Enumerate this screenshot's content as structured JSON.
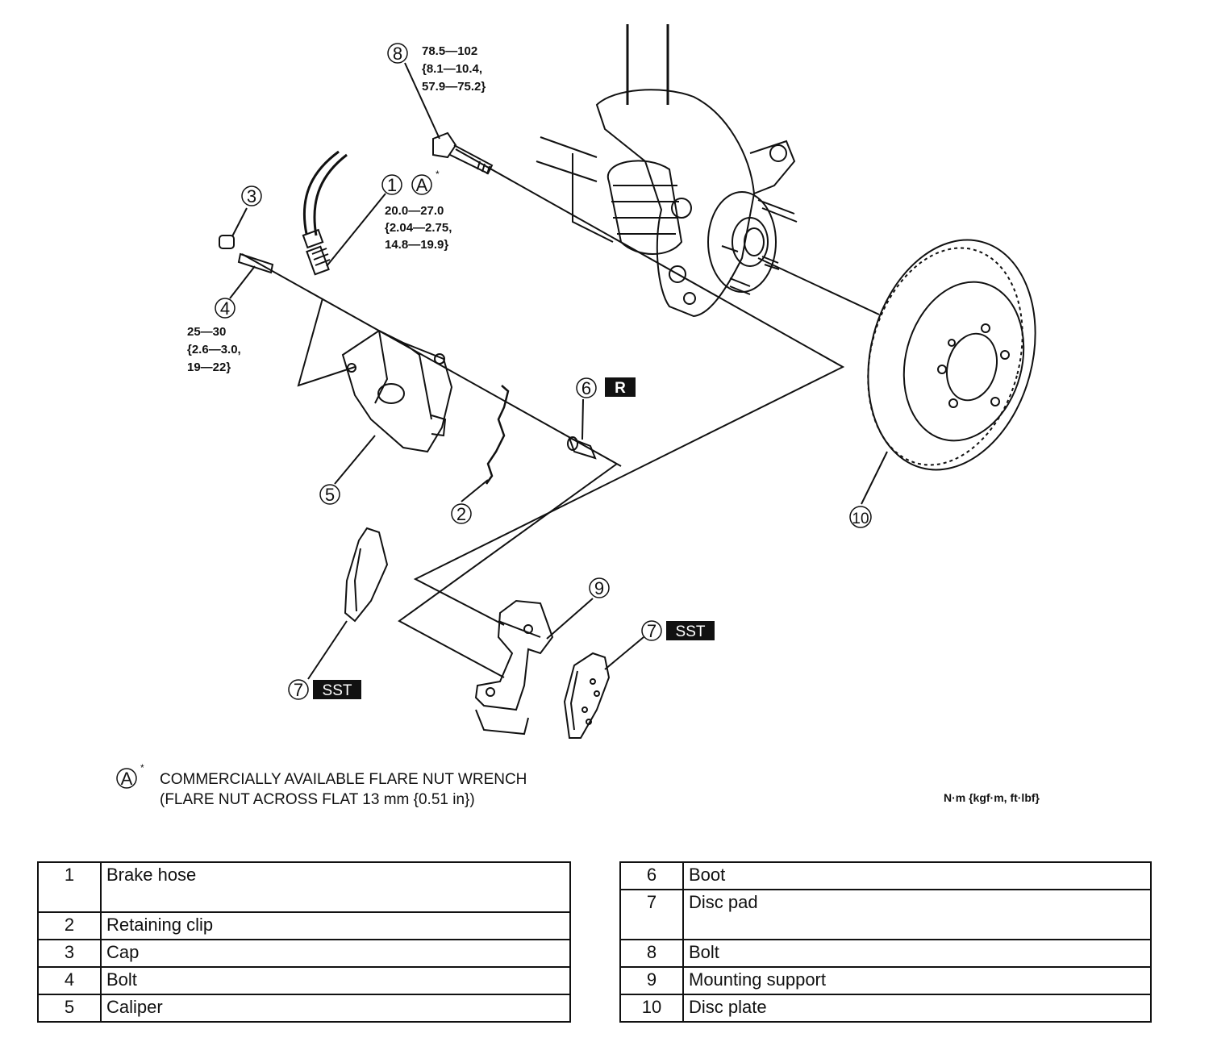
{
  "callouts": {
    "c1": "1",
    "c2": "2",
    "c3": "3",
    "c4": "4",
    "c5": "5",
    "c6": "6",
    "c7a": "7",
    "c7b": "7",
    "c8": "8",
    "c9": "9",
    "c10": "10",
    "a_mark": "A",
    "a_star": "*"
  },
  "badges": {
    "r": "R",
    "sst_a": "SST",
    "sst_b": "SST"
  },
  "torques": {
    "t8": [
      "78.5—102",
      "{8.1—10.4,",
      "57.9—75.2}"
    ],
    "t1": [
      "20.0—27.0",
      "{2.04—2.75,",
      "14.8—19.9}"
    ],
    "t4": [
      "25—30",
      "{2.6—3.0,",
      "19—22}"
    ]
  },
  "note": {
    "mark": "A",
    "star": "*",
    "line1": "COMMERCIALLY AVAILABLE FLARE NUT WRENCH",
    "line2": "(FLARE NUT ACROSS FLAT 13 mm  {0.51 in})"
  },
  "units": "N·m {kgf·m, ft·lbf}",
  "parts_left": [
    {
      "no": "1",
      "name": "Brake hose"
    },
    {
      "no": "2",
      "name": "Retaining clip"
    },
    {
      "no": "3",
      "name": "Cap"
    },
    {
      "no": "4",
      "name": "Bolt"
    },
    {
      "no": "5",
      "name": "Caliper"
    }
  ],
  "parts_right": [
    {
      "no": "6",
      "name": "Boot"
    },
    {
      "no": "7",
      "name": "Disc pad"
    },
    {
      "no": "8",
      "name": "Bolt"
    },
    {
      "no": "9",
      "name": "Mounting support"
    },
    {
      "no": "10",
      "name": "Disc plate"
    }
  ]
}
